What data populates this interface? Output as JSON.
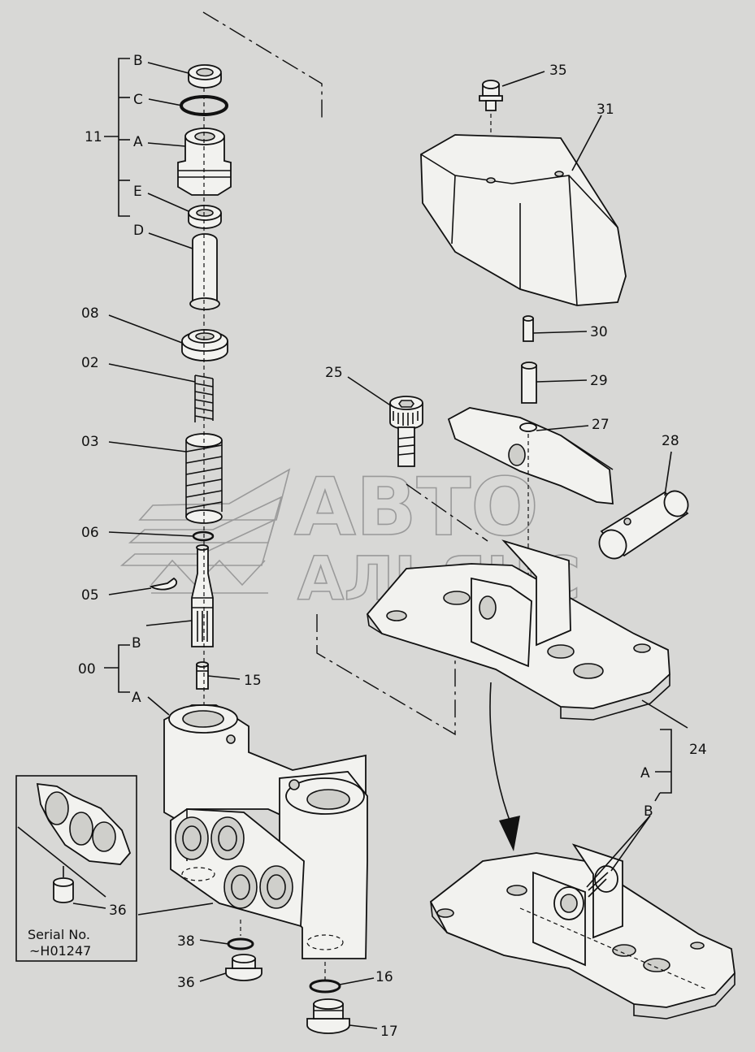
{
  "labels": {
    "l11": "11",
    "lB1": "B",
    "lC": "C",
    "lA1": "A",
    "lE": "E",
    "lD": "D",
    "l08": "08",
    "l02": "02",
    "l03": "03",
    "l06": "06",
    "l05": "05",
    "l00": "00",
    "lB2": "B",
    "l15": "15",
    "lA2": "A",
    "l36a": "36",
    "l38": "38",
    "l36b": "36",
    "l16": "16",
    "l17": "17",
    "l35": "35",
    "l31": "31",
    "l30": "30",
    "l29": "29",
    "l25": "25",
    "l27": "27",
    "l28": "28",
    "l24": "24",
    "lA3": "A",
    "lB3": "B"
  },
  "inset": {
    "serial_label": "Serial No.",
    "serial_value": "~H01247"
  },
  "watermark": {
    "line1": "АВТО",
    "line2": "АЛЬЯНС"
  },
  "colors": {
    "background": "#d8d8d6",
    "ink": "#111111",
    "watermark": "#9a9a9a"
  }
}
